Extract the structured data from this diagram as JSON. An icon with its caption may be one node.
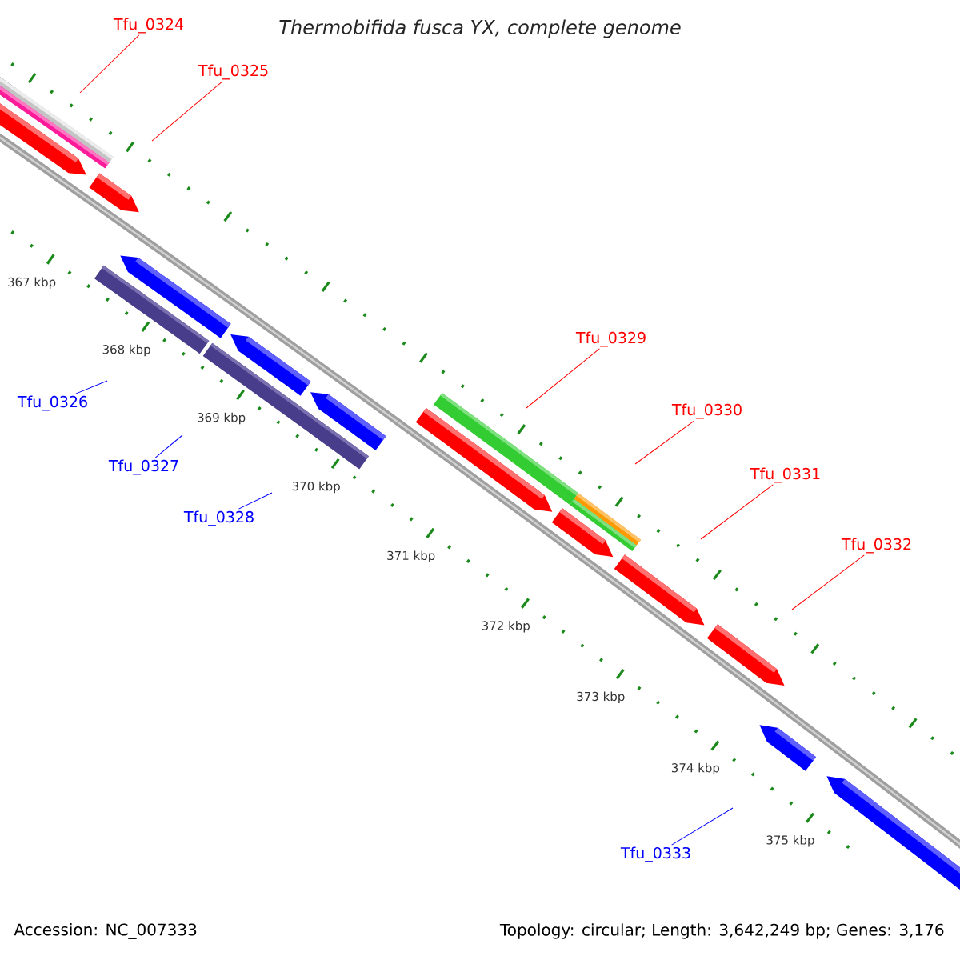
{
  "diagram": {
    "title": "Thermobifida fusca YX, complete genome",
    "nodes": [
      {
        "text": [
          "Tfu_0324"
        ]
      },
      {
        "text": [
          "Tfu_0325"
        ]
      },
      {
        "text": [
          "Tfu_0326"
        ]
      },
      {
        "text": [
          "Tfu_0327"
        ]
      },
      {
        "text": [
          "Tfu_0328"
        ]
      },
      {
        "text": [
          "Tfu_0329"
        ]
      },
      {
        "text": [
          "Tfu_0330"
        ]
      },
      {
        "text": [
          "Tfu_0331"
        ]
      },
      {
        "text": [
          "Tfu_0332"
        ]
      },
      {
        "text": [
          "Tfu_0333"
        ]
      }
    ],
    "edges": [
      {
        "from": 0,
        "to": null,
        "arrow": "none"
      },
      {
        "from": 1,
        "to": null,
        "arrow": "none"
      },
      {
        "from": 2,
        "to": null,
        "arrow": "none",
        "color": "#0000ff"
      },
      {
        "from": 3,
        "to": null,
        "arrow": "none",
        "color": "#0000ff"
      },
      {
        "from": 4,
        "to": null,
        "arrow": "none",
        "color": "#0000ff"
      },
      {
        "from": 5,
        "to": null,
        "arrow": "none"
      },
      {
        "from": 6,
        "to": null,
        "arrow": "none"
      },
      {
        "from": 7,
        "to": null,
        "arrow": "none"
      },
      {
        "from": 8,
        "to": null,
        "arrow": "none"
      },
      {
        "from": 9,
        "to": null,
        "arrow": "none",
        "color": "#0000ff"
      }
    ],
    "labels": [
      "367 kbp",
      "368 kbp",
      "369 kbp",
      "370 kbp",
      "371 kbp",
      "372 kbp",
      "373 kbp",
      "374 kbp",
      "375 kbp",
      "Accession: NC_007333",
      "Topology: circular; Length: 3,642,249 bp; Genes: 3,176"
    ]
  }
}
